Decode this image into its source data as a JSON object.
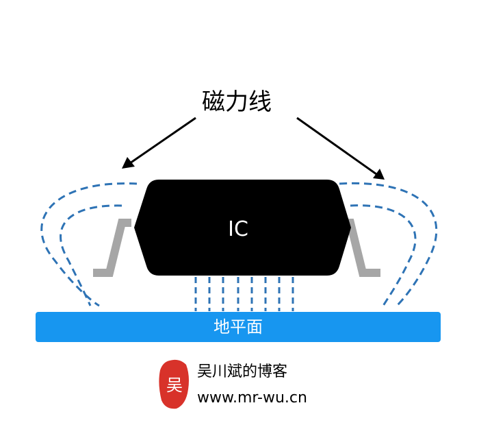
{
  "diagram": {
    "callout_label": "磁力线",
    "chip_label": "IC",
    "ground_plane_label": "地平面"
  },
  "watermark": {
    "seal_char": "吴",
    "blog_name": "吴川斌的博客",
    "url": "www.mr-wu.cn"
  },
  "colors": {
    "chip_body": "#000000",
    "chip_label": "#ffffff",
    "leads": "#a6a6a6",
    "field_lines": "#2e73b5",
    "ground_plane": "#1796f0",
    "ground_label": "#ffffff",
    "arrows": "#000000",
    "seal": "#d8322a"
  }
}
